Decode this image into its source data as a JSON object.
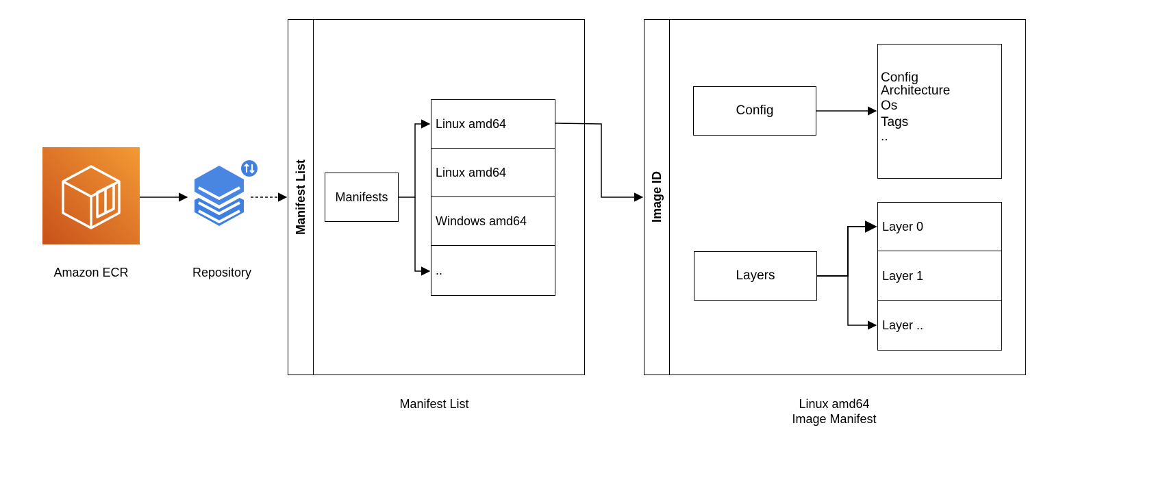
{
  "ecr": {
    "icon": "amazon-ecr-icon",
    "label": "Amazon ECR",
    "color": "#e8892b"
  },
  "repository": {
    "icon": "repository-layers-icon",
    "label": "Repository",
    "color": "#3f7fe0",
    "badge_icon": "sync-arrows-icon"
  },
  "manifest_list": {
    "vertical_title": "Manifest List",
    "caption": "Manifest List",
    "manifests_label": "Manifests",
    "entries": [
      "Linux amd64",
      "Linux amd64",
      "Windows amd64",
      ".."
    ]
  },
  "image_manifest": {
    "vertical_title": "Image ID",
    "caption_line1": "Linux amd64",
    "caption_line2": "Image Manifest",
    "config_label": "Config",
    "config_details": [
      "Config",
      "Architecture",
      "Os",
      "Tags",
      ".."
    ],
    "layers_label": "Layers",
    "layer_entries": [
      "Layer 0",
      "Layer 1",
      "Layer .."
    ]
  }
}
